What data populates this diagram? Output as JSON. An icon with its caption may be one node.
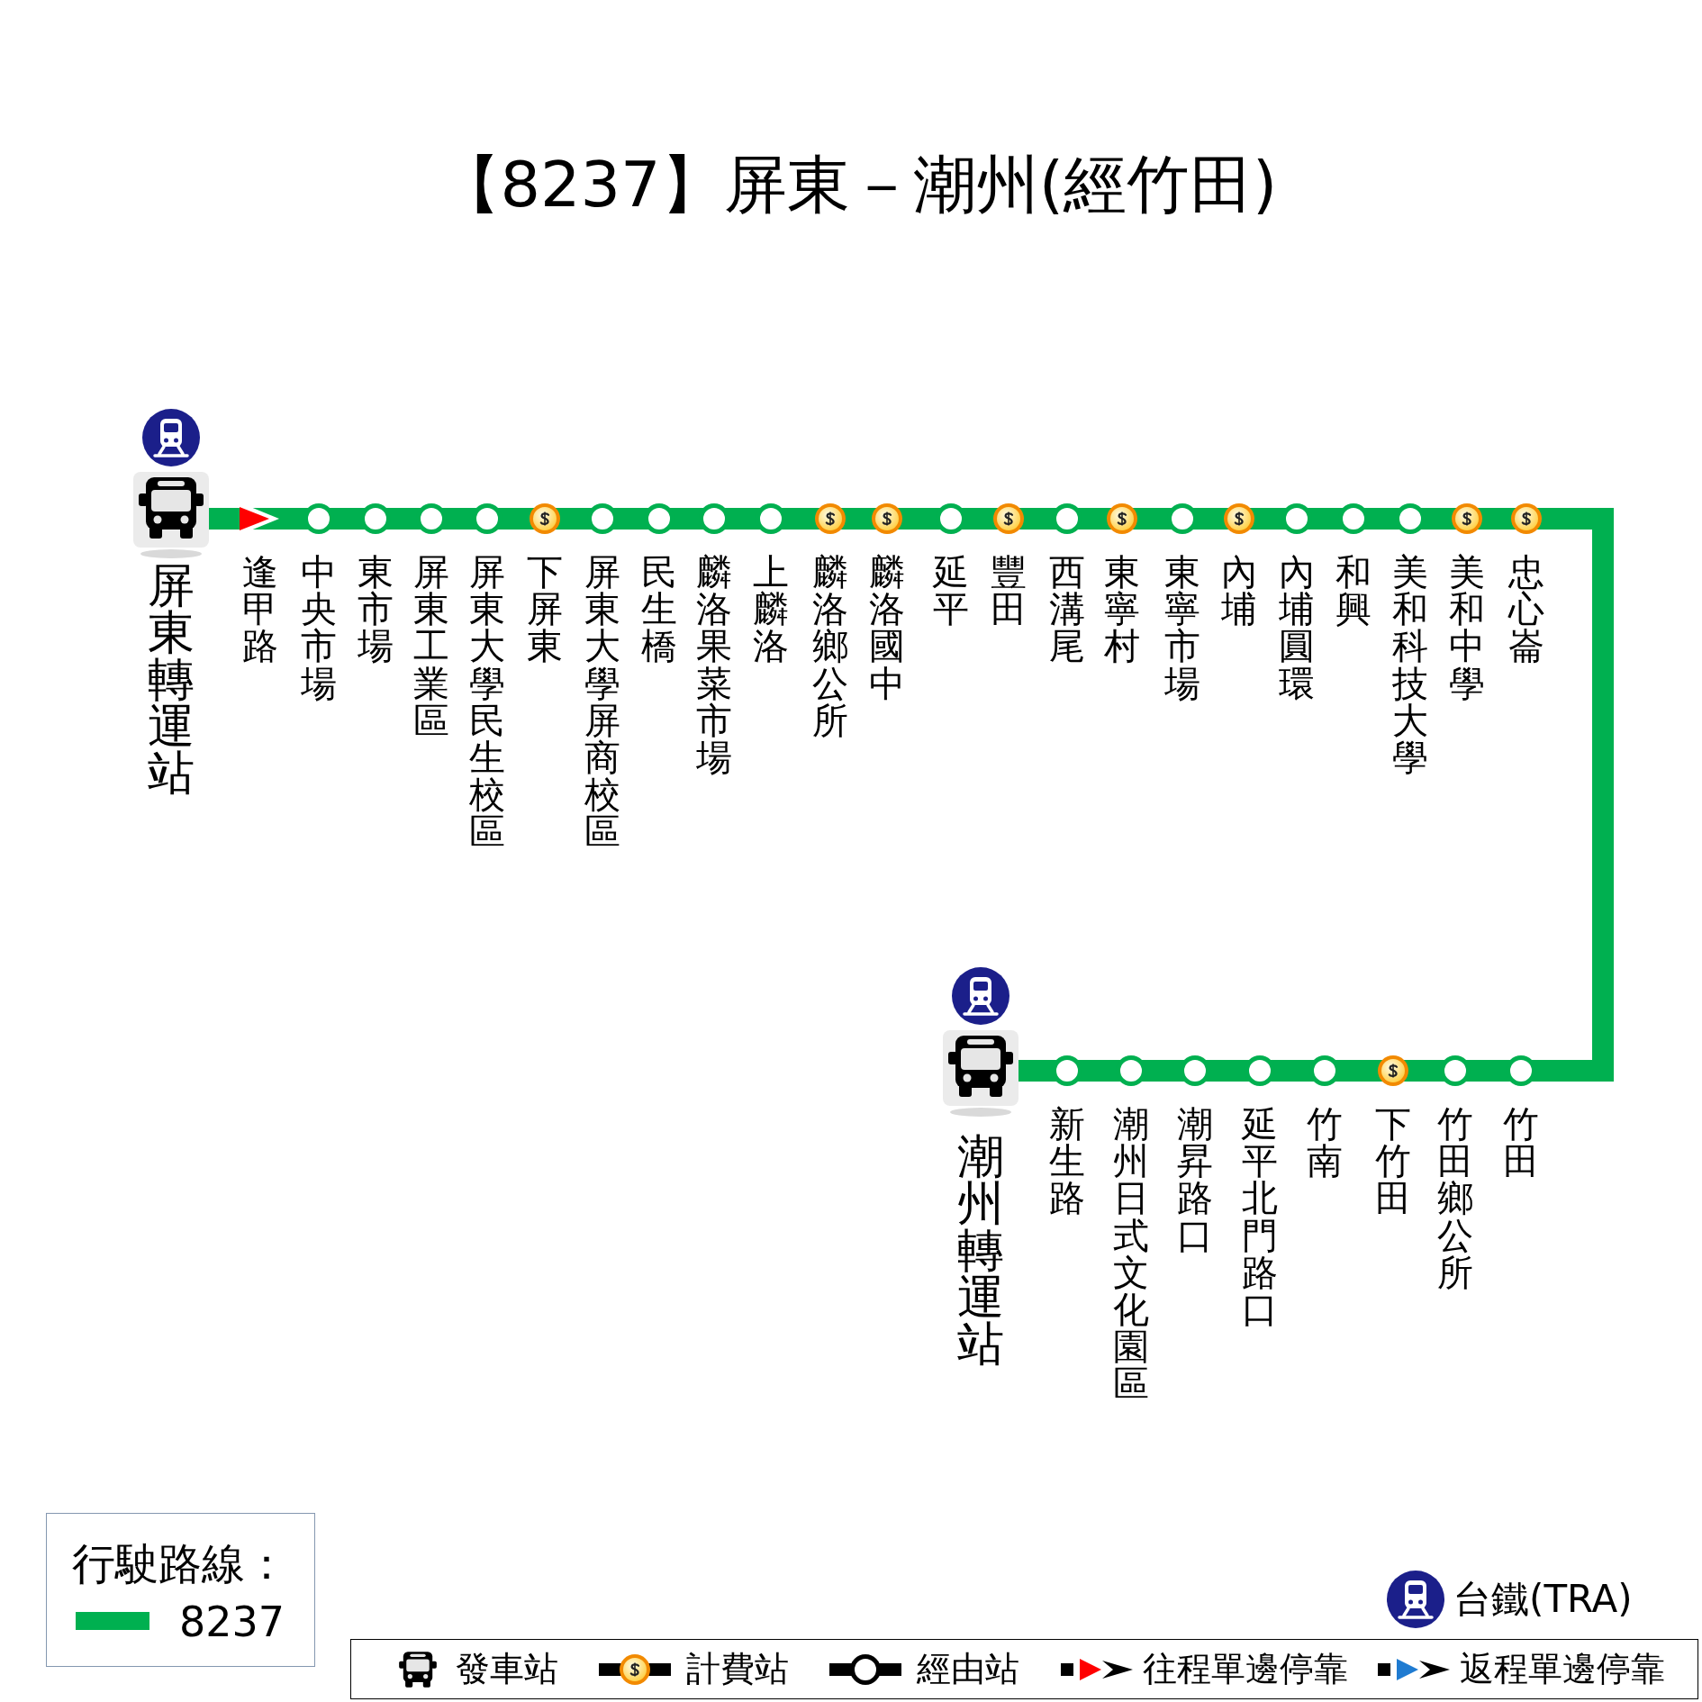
{
  "diagram": {
    "title": "【8237】屏東－潮州(經竹田)",
    "nodes": [
      {
        "text": [],
        "shape": "bus",
        "beside": [
          "屏東轉運站"
        ]
      },
      {
        "text": [],
        "shape": "triangle",
        "beside": [
          "逢甲路"
        ]
      },
      {
        "text": [],
        "shape": "circle",
        "beside": [
          "中央市場"
        ]
      },
      {
        "text": [],
        "shape": "circle",
        "beside": [
          "東市場"
        ]
      },
      {
        "text": [],
        "shape": "circle",
        "beside": [
          "屏東工業區"
        ]
      },
      {
        "text": [],
        "shape": "circle",
        "beside": [
          "屏東大學民生校區"
        ]
      },
      {
        "text": [],
        "shape": "coin",
        "beside": [
          "下屏東"
        ]
      },
      {
        "text": [],
        "shape": "circle",
        "beside": [
          "屏東大學屏商校區"
        ]
      },
      {
        "text": [],
        "shape": "circle",
        "beside": [
          "民生橋"
        ]
      },
      {
        "text": [],
        "shape": "circle",
        "beside": [
          "麟洛果菜市場"
        ]
      },
      {
        "text": [],
        "shape": "circle",
        "beside": [
          "上麟洛"
        ]
      },
      {
        "text": [],
        "shape": "coin",
        "beside": [
          "麟洛鄉公所"
        ]
      },
      {
        "text": [],
        "shape": "coin",
        "beside": [
          "麟洛國中"
        ]
      },
      {
        "text": [],
        "shape": "circle",
        "beside": [
          "延平"
        ]
      },
      {
        "text": [],
        "shape": "coin",
        "beside": [
          "豐田"
        ]
      },
      {
        "text": [],
        "shape": "circle",
        "beside": [
          "西溝尾"
        ]
      },
      {
        "text": [],
        "shape": "coin",
        "beside": [
          "東寧村"
        ]
      },
      {
        "text": [],
        "shape": "circle",
        "beside": [
          "東寧市場"
        ]
      },
      {
        "text": [],
        "shape": "coin",
        "beside": [
          "內埔"
        ]
      },
      {
        "text": [],
        "shape": "circle",
        "beside": [
          "內埔圓環"
        ]
      },
      {
        "text": [],
        "shape": "circle",
        "beside": [
          "和興"
        ]
      },
      {
        "text": [],
        "shape": "circle",
        "beside": [
          "美和科技大學"
        ]
      },
      {
        "text": [],
        "shape": "coin",
        "beside": [
          "美和中學"
        ]
      },
      {
        "text": [],
        "shape": "coin",
        "beside": [
          "忠心崙"
        ]
      },
      {
        "text": [],
        "shape": "circle",
        "beside": [
          "竹田"
        ]
      },
      {
        "text": [],
        "shape": "circle",
        "beside": [
          "竹田鄉公所"
        ]
      },
      {
        "text": [],
        "shape": "coin",
        "beside": [
          "下竹田"
        ]
      },
      {
        "text": [],
        "shape": "circle",
        "beside": [
          "竹南"
        ]
      },
      {
        "text": [],
        "shape": "circle",
        "beside": [
          "延平北門路口"
        ]
      },
      {
        "text": [],
        "shape": "circle",
        "beside": [
          "潮昇路口"
        ]
      },
      {
        "text": [],
        "shape": "circle",
        "beside": [
          "潮州日式文化園區"
        ]
      },
      {
        "text": [],
        "shape": "circle",
        "beside": [
          "新生路"
        ]
      },
      {
        "text": [],
        "shape": "bus",
        "beside": [
          "潮州轉運站"
        ]
      }
    ],
    "edges": [
      {
        "from": 0,
        "to": 1,
        "arrow": "none"
      },
      {
        "from": 1,
        "to": 2,
        "arrow": "none"
      },
      {
        "from": 2,
        "to": 3,
        "arrow": "none"
      },
      {
        "from": 3,
        "to": 4,
        "arrow": "none"
      },
      {
        "from": 4,
        "to": 5,
        "arrow": "none"
      },
      {
        "from": 5,
        "to": 6,
        "arrow": "none"
      },
      {
        "from": 6,
        "to": 7,
        "arrow": "none"
      },
      {
        "from": 7,
        "to": 8,
        "arrow": "none"
      },
      {
        "from": 8,
        "to": 9,
        "arrow": "none"
      },
      {
        "from": 9,
        "to": 10,
        "arrow": "none"
      },
      {
        "from": 10,
        "to": 11,
        "arrow": "none"
      },
      {
        "from": 11,
        "to": 12,
        "arrow": "none"
      },
      {
        "from": 12,
        "to": 13,
        "arrow": "none"
      },
      {
        "from": 13,
        "to": 14,
        "arrow": "none"
      },
      {
        "from": 14,
        "to": 15,
        "arrow": "none"
      },
      {
        "from": 15,
        "to": 16,
        "arrow": "none"
      },
      {
        "from": 16,
        "to": 17,
        "arrow": "none"
      },
      {
        "from": 17,
        "to": 18,
        "arrow": "none"
      },
      {
        "from": 18,
        "to": 19,
        "arrow": "none"
      },
      {
        "from": 19,
        "to": 20,
        "arrow": "none"
      },
      {
        "from": 20,
        "to": 21,
        "arrow": "none"
      },
      {
        "from": 21,
        "to": 22,
        "arrow": "none"
      },
      {
        "from": 22,
        "to": 23,
        "arrow": "none"
      },
      {
        "from": 23,
        "to": 24,
        "arrow": "none"
      },
      {
        "from": 24,
        "to": 25,
        "arrow": "none"
      },
      {
        "from": 25,
        "to": 26,
        "arrow": "none"
      },
      {
        "from": 26,
        "to": 27,
        "arrow": "none"
      },
      {
        "from": 27,
        "to": 28,
        "arrow": "none"
      },
      {
        "from": 28,
        "to": 29,
        "arrow": "none"
      },
      {
        "from": 29,
        "to": 30,
        "arrow": "none"
      },
      {
        "from": 30,
        "to": 31,
        "arrow": "none"
      },
      {
        "from": 31,
        "to": 32,
        "arrow": "none"
      }
    ],
    "labels": [
      "行駛路線："
    ],
    "legend": [
      {
        "text": "8237",
        "color": "#00b050"
      },
      {
        "text": "台鐵(TRA)"
      },
      {
        "text": "發車站"
      },
      {
        "text": "計費站"
      },
      {
        "text": "經由站"
      },
      {
        "text": "往程單邊停靠"
      },
      {
        "text": "返程單邊停靠"
      }
    ]
  }
}
